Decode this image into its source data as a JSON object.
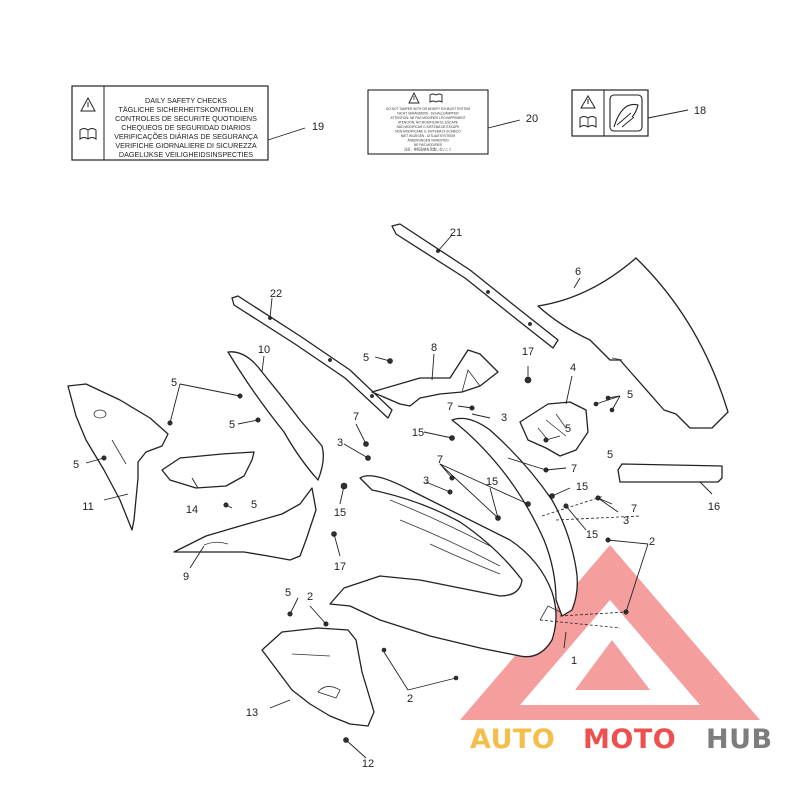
{
  "labels": {
    "label_19": {
      "lines": [
        "DAILY SAFETY CHECKS",
        "TÄGLICHE SICHERHEITSKONTROLLEN",
        "CONTROLES DE SECURITE QUOTIDIENS",
        "CHEQUEOS DE SEGURIDAD DIARIOS",
        "VERIFICAÇÕES DIÁRIAS DE SEGURANÇA",
        "VERIFICHE GIORNALIERE DI SICUREZZA",
        "DAGELIJKSE VEILIGHEIDSINSPECTIES"
      ]
    },
    "label_20": {
      "lines": [
        "DO NOT TAMPER WITH OR MODIFY EXHAUST SYSTEM",
        "NICHT VERÄNDERN - SCHALLDÄMPFER",
        "ATTENTION: NE PAS MODIFIER L'ÉCHAPPEMENT",
        "ATENCIÓN: NO MODIFICAR EL ESCAPE",
        "NÃO MODIFICAR O SISTEMA DE ESCAPE",
        "NON MODIFICARE IL SISTEMA DI SCARICO",
        "NIET WIJZIGEN - UITLAATSYSTEEM",
        "ÄNDERUNGEN VERBOTEN",
        "NE PAS MODIFIER",
        "注意：排気系統を改造しないこと"
      ]
    }
  },
  "callouts": [
    {
      "id": "c19",
      "text": "19"
    },
    {
      "id": "c20",
      "text": "20"
    },
    {
      "id": "c18",
      "text": "18"
    },
    {
      "id": "c21",
      "text": "21"
    },
    {
      "id": "c6",
      "text": "6"
    },
    {
      "id": "c22",
      "text": "22"
    },
    {
      "id": "c10",
      "text": "10"
    },
    {
      "id": "c8",
      "text": "8"
    },
    {
      "id": "c5a",
      "text": "5"
    },
    {
      "id": "c17a",
      "text": "17"
    },
    {
      "id": "c4",
      "text": "4"
    },
    {
      "id": "c5b",
      "text": "5"
    },
    {
      "id": "c5c",
      "text": "5"
    },
    {
      "id": "c7a",
      "text": "7"
    },
    {
      "id": "c3a",
      "text": "3"
    },
    {
      "id": "c5d",
      "text": "5"
    },
    {
      "id": "c7b",
      "text": "7"
    },
    {
      "id": "c15a",
      "text": "15"
    },
    {
      "id": "c3b",
      "text": "3"
    },
    {
      "id": "c5e",
      "text": "5"
    },
    {
      "id": "c5f",
      "text": "5"
    },
    {
      "id": "c7c",
      "text": "7"
    },
    {
      "id": "c5g",
      "text": "5"
    },
    {
      "id": "c7d",
      "text": "7"
    },
    {
      "id": "c3c",
      "text": "3"
    },
    {
      "id": "c15b",
      "text": "15"
    },
    {
      "id": "c11",
      "text": "11"
    },
    {
      "id": "c14",
      "text": "14"
    },
    {
      "id": "c5h",
      "text": "5"
    },
    {
      "id": "c15c",
      "text": "15"
    },
    {
      "id": "c16",
      "text": "16"
    },
    {
      "id": "c15d",
      "text": "15"
    },
    {
      "id": "c15e",
      "text": "15"
    },
    {
      "id": "c3d",
      "text": "3"
    },
    {
      "id": "c7e",
      "text": "7"
    },
    {
      "id": "c9",
      "text": "9"
    },
    {
      "id": "c17b",
      "text": "17"
    },
    {
      "id": "c2a",
      "text": "2"
    },
    {
      "id": "c5i",
      "text": "5"
    },
    {
      "id": "c2b",
      "text": "2"
    },
    {
      "id": "c1",
      "text": "1"
    },
    {
      "id": "c13",
      "text": "13"
    },
    {
      "id": "c2c",
      "text": "2"
    },
    {
      "id": "c12",
      "text": "12"
    }
  ],
  "watermark": {
    "part1": "AUTO",
    "part2": "MOTO",
    "part3": "HUB",
    "color_accent": "#f3bf4a",
    "color_red": "#ee4f4f",
    "color_gray": "#7d7d7d"
  },
  "icons": [
    "warning-triangle-icon",
    "book-icon",
    "windscreen-icon"
  ]
}
